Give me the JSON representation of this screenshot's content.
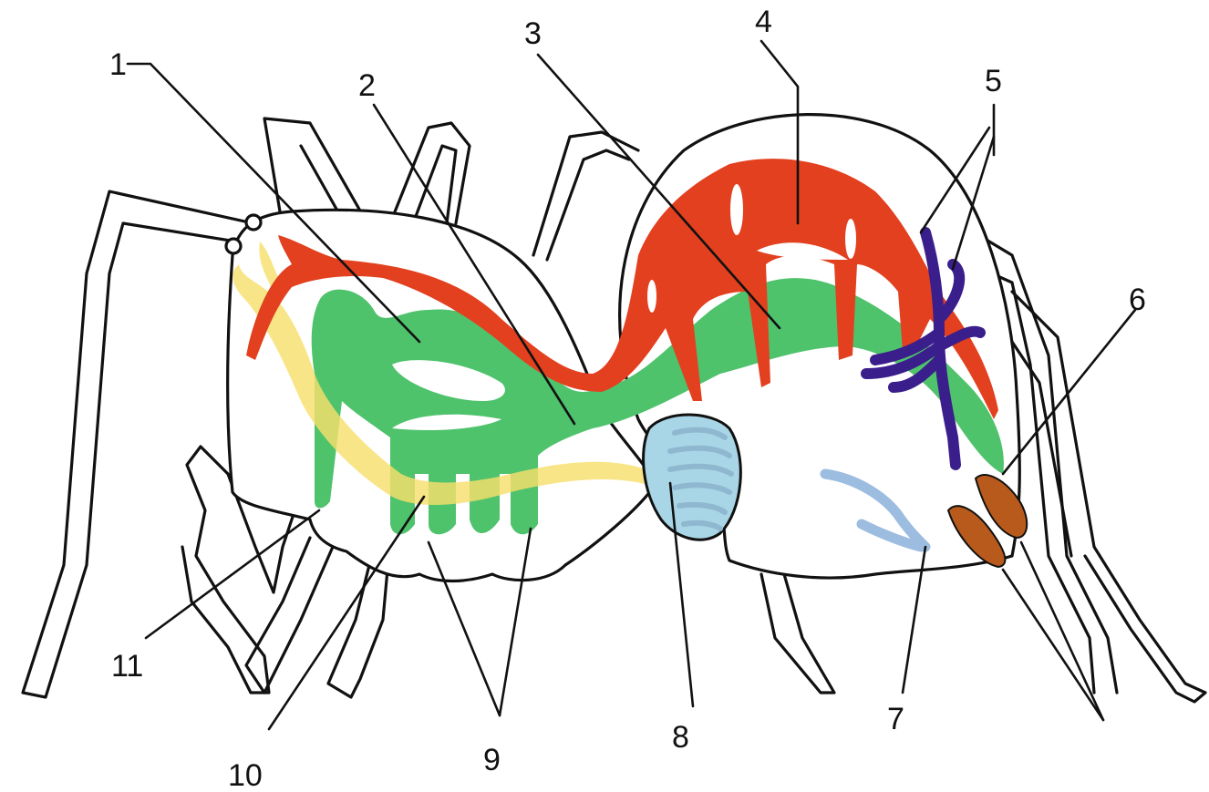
{
  "diagram": {
    "colors": {
      "outline": "#111111",
      "heart_and_arteries": "#e2401f",
      "gut": "#4fc26c",
      "nerve_cord": "#f7df6c",
      "malpighian_tubules": "#3a1e8c",
      "book_lung": "#a9d6e6",
      "trachea": "#9cbde0",
      "spinnerets": "#b85a1c"
    },
    "callouts": [
      {
        "id": "1",
        "label": "1"
      },
      {
        "id": "2",
        "label": "2"
      },
      {
        "id": "3",
        "label": "3"
      },
      {
        "id": "4",
        "label": "4"
      },
      {
        "id": "5",
        "label": "5"
      },
      {
        "id": "6",
        "label": "6"
      },
      {
        "id": "7",
        "label": "7"
      },
      {
        "id": "8",
        "label": "8"
      },
      {
        "id": "9",
        "label": "9"
      },
      {
        "id": "10",
        "label": "10"
      },
      {
        "id": "11",
        "label": "11"
      }
    ]
  }
}
